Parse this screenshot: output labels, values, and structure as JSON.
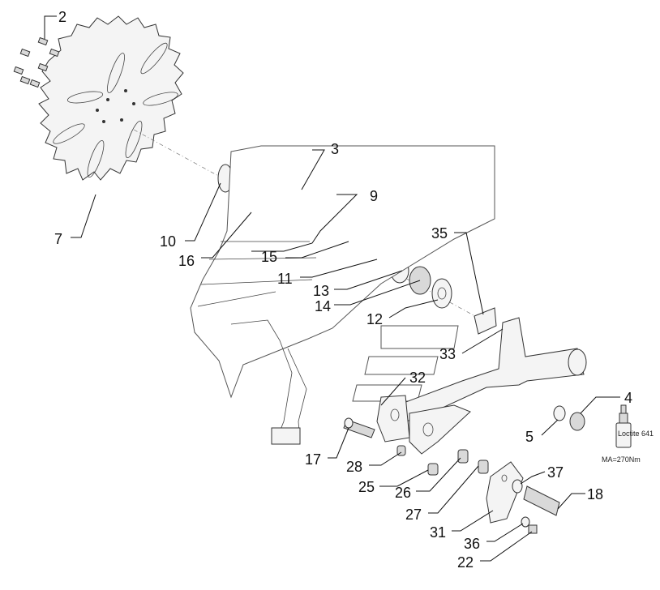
{
  "diagram": {
    "callouts": [
      {
        "id": "c2",
        "label": "2"
      },
      {
        "id": "c3",
        "label": "3"
      },
      {
        "id": "c4",
        "label": "4"
      },
      {
        "id": "c5",
        "label": "5"
      },
      {
        "id": "c7",
        "label": "7"
      },
      {
        "id": "c9",
        "label": "9"
      },
      {
        "id": "c10",
        "label": "10"
      },
      {
        "id": "c11",
        "label": "11"
      },
      {
        "id": "c12",
        "label": "12"
      },
      {
        "id": "c13",
        "label": "13"
      },
      {
        "id": "c14",
        "label": "14"
      },
      {
        "id": "c15",
        "label": "15"
      },
      {
        "id": "c16",
        "label": "16"
      },
      {
        "id": "c17",
        "label": "17"
      },
      {
        "id": "c18",
        "label": "18"
      },
      {
        "id": "c22",
        "label": "22"
      },
      {
        "id": "c25",
        "label": "25"
      },
      {
        "id": "c26",
        "label": "26"
      },
      {
        "id": "c27",
        "label": "27"
      },
      {
        "id": "c28",
        "label": "28"
      },
      {
        "id": "c31",
        "label": "31"
      },
      {
        "id": "c32",
        "label": "32"
      },
      {
        "id": "c33",
        "label": "33"
      },
      {
        "id": "c35",
        "label": "35"
      },
      {
        "id": "c36",
        "label": "36"
      },
      {
        "id": "c37",
        "label": "37"
      }
    ],
    "torque_note": "MA=270Nm",
    "adhesive_label": "Loctite 641"
  }
}
